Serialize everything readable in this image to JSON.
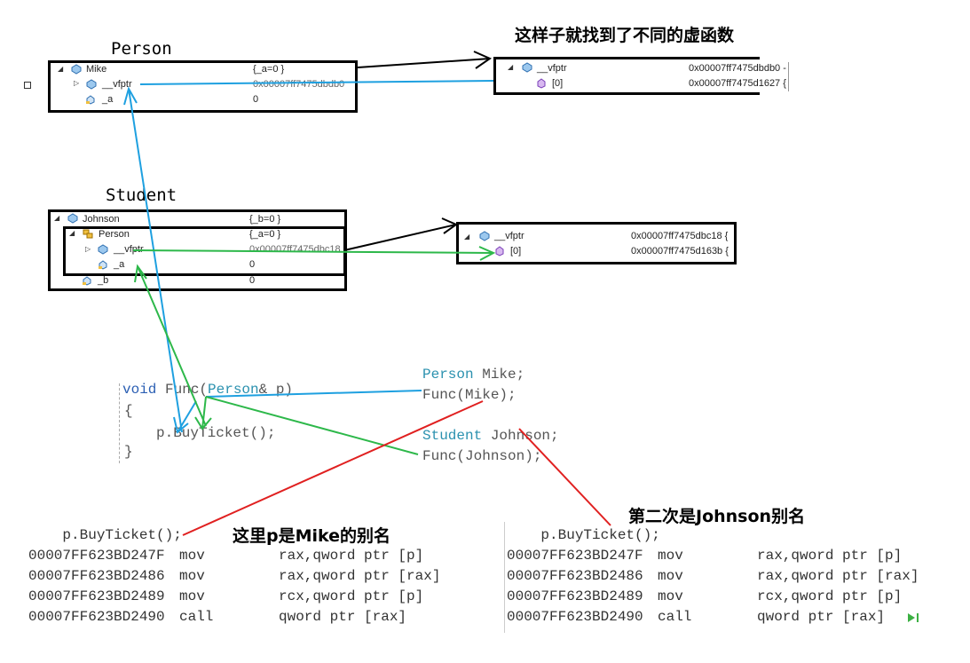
{
  "headings": {
    "person": "Person",
    "student": "Student",
    "found_vfunc": "这样子就找到了不同的虚函数",
    "mike_alias": "这里p是Mike的别名",
    "johnson_alias": "第二次是Johnson别名"
  },
  "person_watch": {
    "rows": [
      {
        "name": "Mike",
        "value": "{_a=0 }"
      },
      {
        "name": "__vfptr",
        "value": "0x00007ff7475dbdb0"
      },
      {
        "name": "_a",
        "value": "0"
      }
    ]
  },
  "person_vtable": {
    "rows": [
      {
        "name": "__vfptr",
        "value": "0x00007ff7475dbdb0 -"
      },
      {
        "name": "[0]",
        "value": "0x00007ff7475d1627 {"
      }
    ]
  },
  "student_watch": {
    "rows": [
      {
        "name": "Johnson",
        "value": "{_b=0 }"
      },
      {
        "name": "Person",
        "value": "{_a=0 }"
      },
      {
        "name": "__vfptr",
        "value": "0x00007ff7475dbc18"
      },
      {
        "name": "_a",
        "value": "0"
      },
      {
        "name": "_b",
        "value": "0"
      }
    ]
  },
  "student_vtable": {
    "rows": [
      {
        "name": "__vfptr",
        "value": "0x00007ff7475dbc18 {"
      },
      {
        "name": "[0]",
        "value": "0x00007ff7475d163b {"
      }
    ]
  },
  "func_code": {
    "kw_void": "void",
    "fn_name": " Func(",
    "param_type": "Person",
    "param_rest": "& p)",
    "open_brace": "{",
    "body": "p.BuyTicket();",
    "close_brace": "}"
  },
  "call_code": {
    "l1_type": "Person",
    "l1_rest": " Mike;",
    "l2": "Func(Mike);",
    "l3_type": "Student",
    "l3_var": " Johnson",
    "l3_end": ";",
    "l4": "Func(Johnson);"
  },
  "asm_left": {
    "header": "    p.BuyTicket();",
    "lines": [
      {
        "addr": "00007FF623BD247F",
        "op": "mov",
        "args": "rax,qword ptr [p]"
      },
      {
        "addr": "00007FF623BD2486",
        "op": "mov",
        "args": "rax,qword ptr [rax]"
      },
      {
        "addr": "00007FF623BD2489",
        "op": "mov",
        "args": "rcx,qword ptr [p]"
      },
      {
        "addr": "00007FF623BD2490",
        "op": "call",
        "args": "qword ptr [rax]"
      }
    ]
  },
  "asm_right": {
    "header": "    p.BuyTicket();",
    "lines": [
      {
        "addr": "00007FF623BD247F",
        "op": "mov",
        "args": "rax,qword ptr [p]"
      },
      {
        "addr": "00007FF623BD2486",
        "op": "mov",
        "args": "rax,qword ptr [rax]"
      },
      {
        "addr": "00007FF623BD2489",
        "op": "mov",
        "args": "rcx,qword ptr [p]"
      },
      {
        "addr": "00007FF623BD2490",
        "op": "call",
        "args": "qword ptr [rax]"
      }
    ]
  },
  "colors": {
    "blue_arrow": "#1ea0e0",
    "green_arrow": "#2db84a",
    "red_line": "#e02020",
    "black_arrow": "#000000"
  }
}
